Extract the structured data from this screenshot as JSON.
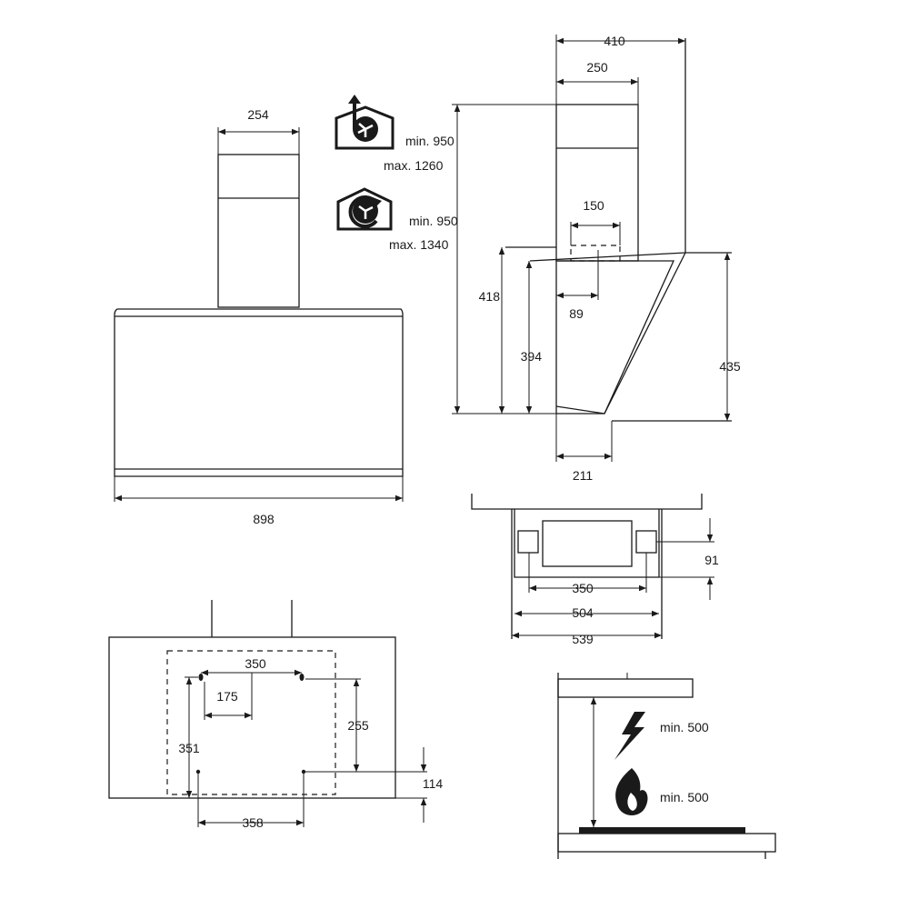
{
  "front": {
    "chimney_width": "254",
    "hood_width": "898"
  },
  "install": {
    "exhaust_min": "min. 950",
    "exhaust_max": "max. 1260",
    "recirc_min": "min. 950",
    "recirc_max": "max. 1340"
  },
  "side": {
    "top_total": "410",
    "chimney_depth": "250",
    "outlet_depth": "150",
    "outlet_offset": "89",
    "height_back": "418",
    "height_inner": "394",
    "height_front": "435",
    "bottom_depth": "211"
  },
  "top_view": {
    "inner": "350",
    "mid": "504",
    "outer": "539",
    "side": "91"
  },
  "wall": {
    "holes_top": "350",
    "hole_offset": "175",
    "vertical_right": "255",
    "vertical_left": "351",
    "bottom_edge": "114",
    "holes_bottom": "358"
  },
  "clearance": {
    "electric": "min. 500",
    "gas": "min. 500"
  },
  "colors": {
    "line": "#1a1a1a",
    "background": "#ffffff"
  }
}
